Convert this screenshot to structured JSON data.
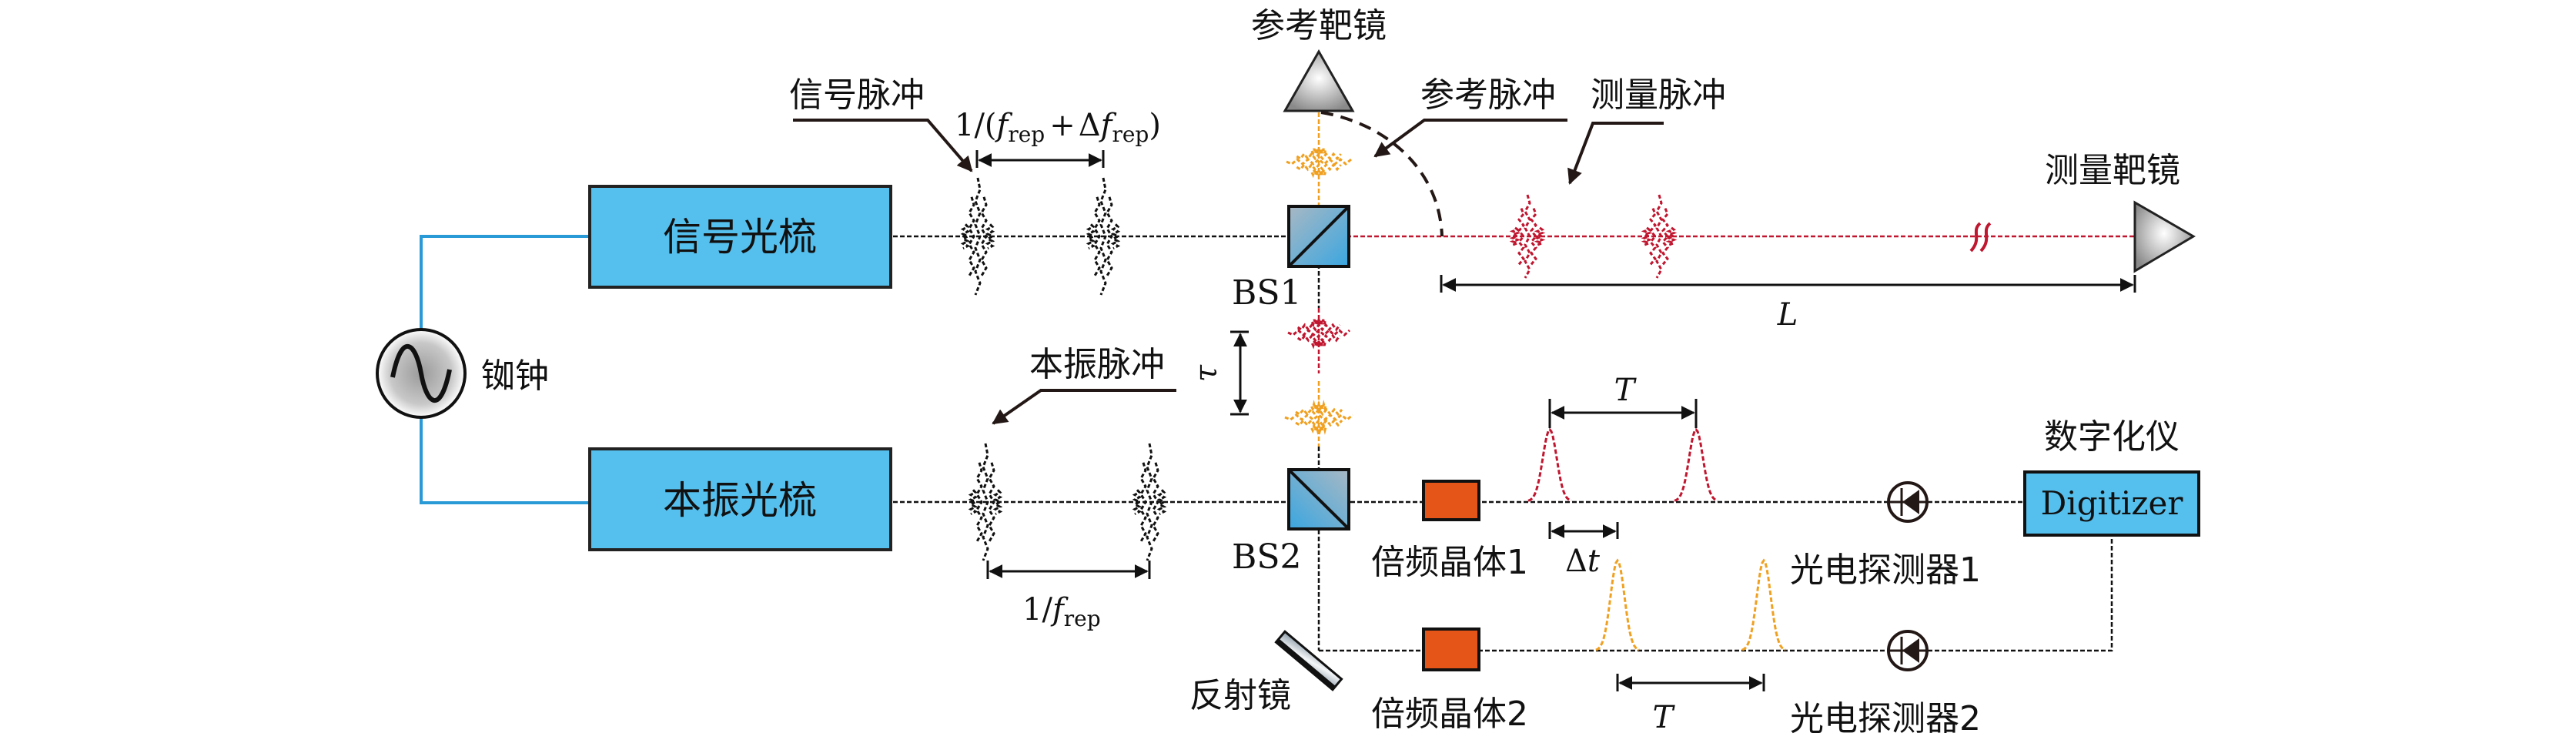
{
  "title": "双光梳测距系统示意图",
  "components": {
    "rubidium_clock": {
      "label": "铷钟",
      "symbol": "sine-wave"
    },
    "signal_comb": {
      "label": "信号光梳"
    },
    "lo_comb": {
      "label": "本振光梳"
    },
    "bs1": {
      "label": "BS1"
    },
    "bs2": {
      "label": "BS2"
    },
    "reference_target": {
      "label": "参考靶镜"
    },
    "measurement_target": {
      "label": "测量靶镜"
    },
    "mirror": {
      "label": "反射镜"
    },
    "shg_crystal_1": {
      "label": "倍频晶体1"
    },
    "shg_crystal_2": {
      "label": "倍频晶体2"
    },
    "photodetector_1": {
      "label": "光电探测器1"
    },
    "photodetector_2": {
      "label": "光电探测器2"
    },
    "digitizer": {
      "label": "Digitizer",
      "caption": "数字化仪"
    }
  },
  "annotations": {
    "signal_pulse": "信号脉冲",
    "reference_pulse": "参考脉冲",
    "measurement_pulse": "测量脉冲",
    "lo_pulse": "本振脉冲",
    "signal_period": {
      "prefix": "1/(",
      "f": "f",
      "sub1": "rep",
      "plus": "+",
      "delta": "Δ",
      "f2": "f",
      "sub2": "rep",
      "suffix": ")"
    },
    "lo_period": {
      "prefix": "1/",
      "f": "f",
      "sub": "rep"
    },
    "distance": "L",
    "delay": "τ",
    "period_top": "T",
    "period_bottom": "T",
    "time_offset": {
      "delta": "Δ",
      "t": "t"
    },
    "break_symbol": "≈"
  },
  "colors": {
    "comb_box": "#55c0ee",
    "crystal": "#e65518",
    "clock_link": "#2a9ad6",
    "signal_beam": "#111111",
    "measurement_pulse": "#c0162f",
    "reference_pulse": "#f0a020",
    "bs_fill_a": "#a8b8c4",
    "bs_fill_b": "#3aa6e0"
  }
}
